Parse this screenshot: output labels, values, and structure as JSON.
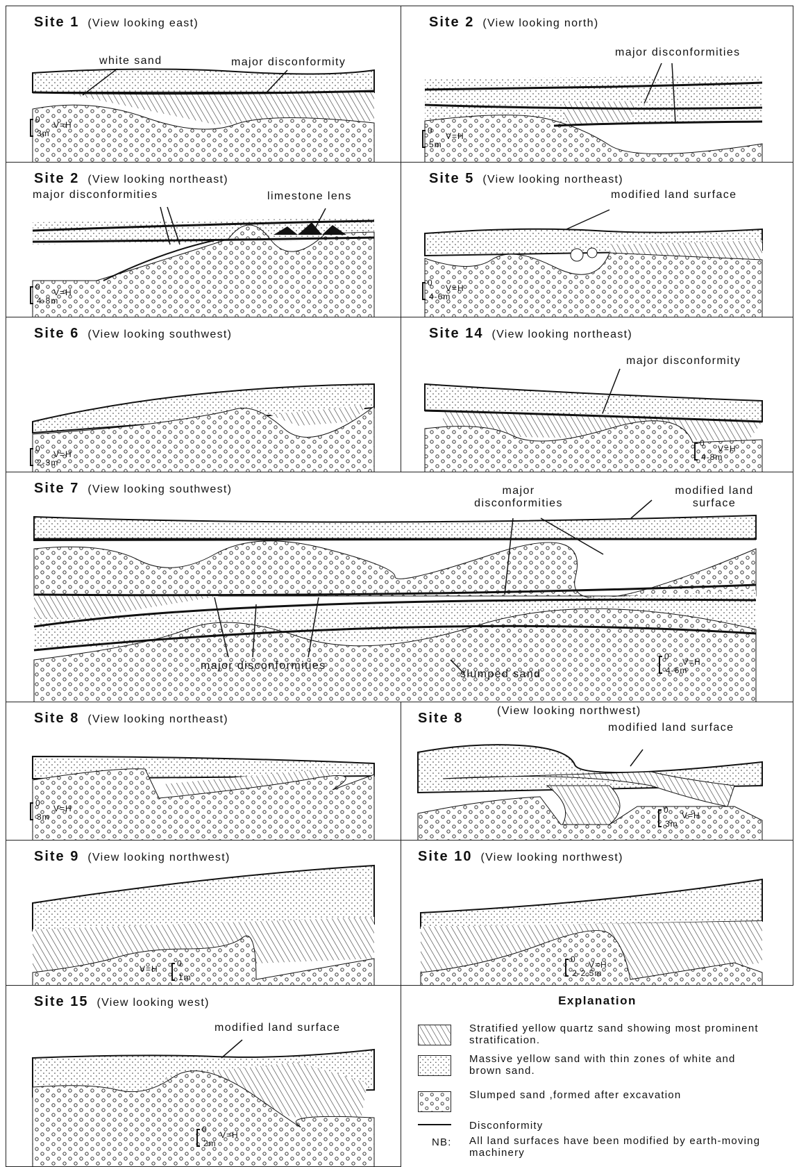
{
  "panels": {
    "site1": {
      "title": "Site 1",
      "view": "(View looking east)",
      "labels": [
        "white sand",
        "major disconformity"
      ],
      "scale": {
        "depth": "3m",
        "ratio": "V=H"
      }
    },
    "site2n": {
      "title": "Site 2",
      "view": "(View looking north)",
      "labels": [
        "major disconformities"
      ],
      "scale": {
        "depth": "5m",
        "ratio": "V=H"
      }
    },
    "site2ne": {
      "title": "Site 2",
      "view": "(View looking northeast)",
      "labels": [
        "major disconformities",
        "limestone lens"
      ],
      "scale": {
        "depth": "4-8m",
        "ratio": "V=H"
      }
    },
    "site5": {
      "title": "Site 5",
      "view": "(View looking northeast)",
      "labels": [
        "modified land surface"
      ],
      "scale": {
        "depth": "4-6m",
        "ratio": "V=H"
      }
    },
    "site6": {
      "title": "Site 6",
      "view": "(View looking southwest)",
      "labels": [],
      "scale": {
        "depth": "2-3m",
        "ratio": "V=H"
      }
    },
    "site14": {
      "title": "Site 14",
      "view": "(View looking northeast)",
      "labels": [
        "major disconformity"
      ],
      "scale": {
        "depth": "4-8m",
        "ratio": "V=H"
      }
    },
    "site7": {
      "title": "Site 7",
      "view": "(View looking southwest)",
      "labels": [
        "major disconformities",
        "modified land surface",
        "major disconformities",
        "slumped sand"
      ],
      "scale": {
        "depth": "4-6m",
        "ratio": "V=H"
      }
    },
    "site8ne": {
      "title": "Site 8",
      "view": "(View looking northeast)",
      "labels": [],
      "scale": {
        "depth": "3m",
        "ratio": "V=H"
      }
    },
    "site8nw": {
      "title": "Site 8",
      "view": "(View looking northwest)",
      "labels": [
        "modified land surface"
      ],
      "scale": {
        "depth": "3m",
        "ratio": "V=H"
      }
    },
    "site9": {
      "title": "Site 9",
      "view": "(View looking northwest)",
      "labels": [],
      "scale": {
        "depth": "1m",
        "ratio": "V=H"
      }
    },
    "site10": {
      "title": "Site 10",
      "view": "(View looking northwest)",
      "labels": [],
      "scale": {
        "depth": "2-2.5m",
        "ratio": "V=H"
      }
    },
    "site15": {
      "title": "Site 15",
      "view": "(View looking west)",
      "labels": [
        "modified land surface"
      ],
      "scale": {
        "depth": "2m",
        "ratio": "V=H"
      }
    }
  },
  "scale_zero": "0",
  "explanation": {
    "title": "Explanation",
    "items": [
      {
        "pattern": "stratified",
        "text": "Stratified yellow quartz sand showing most prominent stratification."
      },
      {
        "pattern": "massive",
        "text": "Massive yellow sand with thin zones of white and brown sand."
      },
      {
        "pattern": "slumped",
        "text": "Slumped sand ,formed after excavation"
      },
      {
        "pattern": "line",
        "text": "Disconformity"
      }
    ],
    "note_label": "NB:",
    "note": "All land surfaces have been modified by earth-moving machinery"
  },
  "colors": {
    "ink": "#111111",
    "paper": "#ffffff"
  }
}
